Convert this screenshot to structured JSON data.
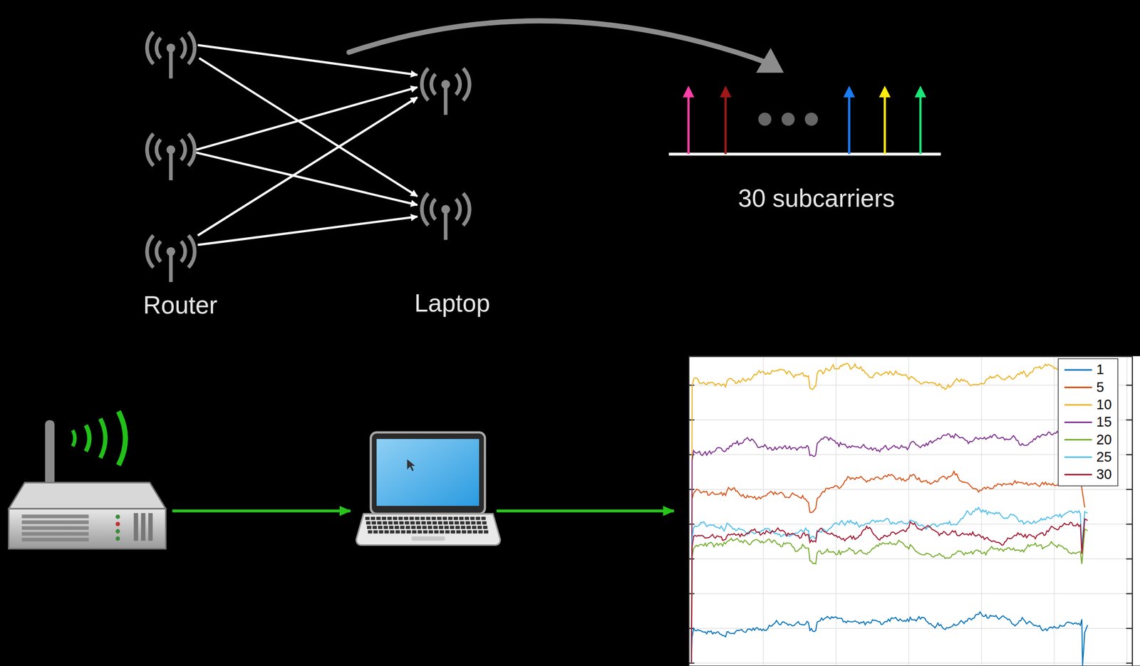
{
  "diagram": {
    "labels": [
      "Router",
      "Laptop",
      "30 subcarriers"
    ],
    "legend": [
      {
        "text": "1"
      },
      {
        "text": "5"
      },
      {
        "text": "10"
      },
      {
        "text": "15"
      },
      {
        "text": "20"
      },
      {
        "text": "25"
      },
      {
        "text": "30"
      }
    ]
  }
}
